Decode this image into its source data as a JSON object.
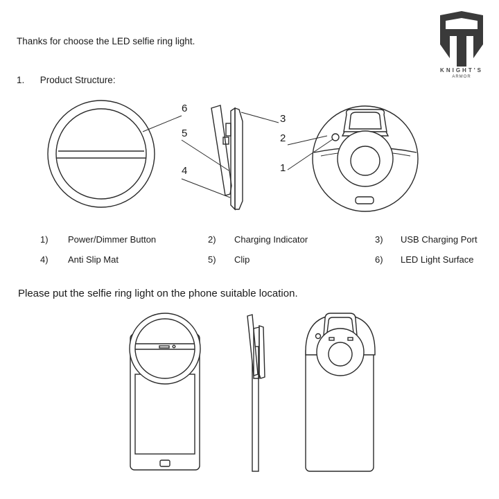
{
  "header": {
    "intro": "Thanks for choose the LED selfie ring light.",
    "section_number": "1.",
    "section_title": "Product Structure:"
  },
  "logo": {
    "brand": "KNIGHT'S",
    "sub": "ARMOR",
    "color": "#3a3a3a"
  },
  "callouts": {
    "c1": "1",
    "c2": "2",
    "c3": "3",
    "c4": "4",
    "c5": "5",
    "c6": "6"
  },
  "parts": [
    {
      "number": "1)",
      "label": "Power/Dimmer Button"
    },
    {
      "number": "2)",
      "label": "Charging Indicator"
    },
    {
      "number": "3)",
      "label": "USB Charging Port"
    },
    {
      "number": "4)",
      "label": "Anti Slip Mat"
    },
    {
      "number": "5)",
      "label": "Clip"
    },
    {
      "number": "6)",
      "label": "LED Light Surface"
    }
  ],
  "instruction": "Please put the selfie ring light on the phone suitable location.",
  "colors": {
    "line": "#2a2a2a",
    "text": "#1a1a1a"
  }
}
